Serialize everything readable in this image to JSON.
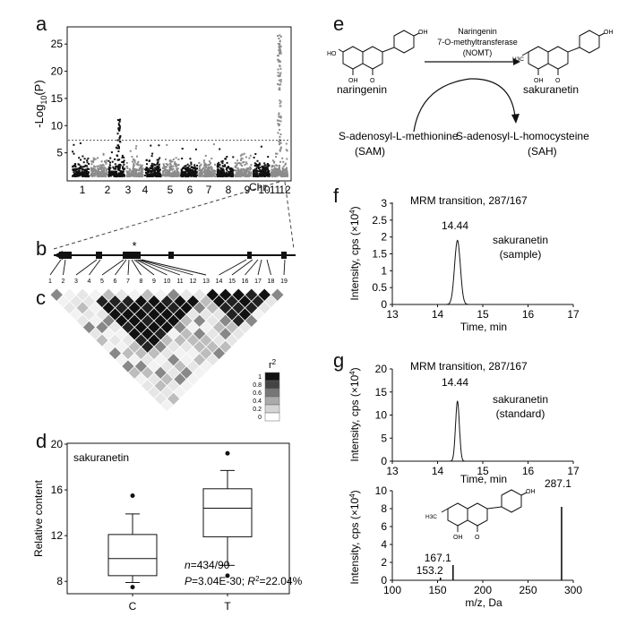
{
  "panels": {
    "a": {
      "letter": "a",
      "ylabel": "-Log10(P)",
      "ylabel_main": "-Log",
      "ylabel_sub": "10",
      "ylabel_tail": "(P)",
      "xlabel": "Chr.",
      "chromosomes": [
        "1",
        "2",
        "3",
        "4",
        "5",
        "6",
        "7",
        "8",
        "9",
        "10",
        "11",
        "12"
      ],
      "yticks": [
        5,
        10,
        15,
        20,
        25
      ],
      "ylim": [
        0,
        28
      ],
      "threshold": 7.3
    },
    "b": {
      "letter": "b",
      "star": "*"
    },
    "c": {
      "letter": "c",
      "snps": [
        "1",
        "2",
        "3",
        "4",
        "5",
        "6",
        "7",
        "8",
        "9",
        "10",
        "11",
        "12",
        "13",
        "14",
        "15",
        "16",
        "17",
        "18",
        "19"
      ],
      "legend_title": "r",
      "legend_title_sup": "2",
      "legend_levels": [
        "1",
        "0.8",
        "0.6",
        "0.4",
        "0.2",
        "0"
      ]
    },
    "d": {
      "letter": "d",
      "title": "sakuranetin",
      "ylabel": "Relative content",
      "categories": [
        "C",
        "T"
      ],
      "yticks": [
        8,
        12,
        16,
        20
      ],
      "ylim": [
        7,
        20
      ],
      "stat_n": "n=434/90",
      "stat_n_var": "n",
      "stat_n_val": "=434/90",
      "stat_p_var": "P",
      "stat_p_val": "=3.04E-30; ",
      "stat_r_var": "R",
      "stat_r_sup": "2",
      "stat_r_val": "=22.04%"
    },
    "e": {
      "letter": "e",
      "enzyme_line1": "Naringenin",
      "enzyme_line2": "7-O-methyltransferase",
      "enzyme_line3": "(NOMT)",
      "substrate": "naringenin",
      "product": "sakuranetin",
      "cofactor_in": "S-adenosyl-L-methionine",
      "cofactor_out": "S-adenosyl-L-homocysteine",
      "cofactor_in_abbr": "(SAM)",
      "cofactor_out_abbr": "(SAH)",
      "methyl_label": "H3C",
      "atom_ho": "HO",
      "atom_oh": "OH",
      "atom_o": "O"
    },
    "f": {
      "letter": "f",
      "title": "MRM transition, 287/167",
      "peak_label": "14.44",
      "sample_line1": "sakuranetin",
      "sample_line2": "(sample)",
      "ylabel": "Intensity, cps (×10",
      "ylabel_sup": "4",
      "ylabel_end": ")",
      "xlabel": "Time, min",
      "xticks": [
        13,
        14,
        15,
        16,
        17
      ],
      "yticks": [
        0,
        0.5,
        1,
        1.5,
        2,
        2.5,
        3
      ],
      "ytick_labels": [
        "0",
        "0.5",
        "1",
        "1.5",
        "2",
        "2.5",
        "3"
      ]
    },
    "g": {
      "letter": "g",
      "title": "MRM transition, 287/167",
      "peak_label": "14.44",
      "sample_line1": "sakuranetin",
      "sample_line2": "(standard)",
      "ylabel": "Intensity, cps (×10",
      "ylabel_sup": "4",
      "ylabel_end": ")",
      "xlabel": "Time, min",
      "xticks": [
        13,
        14,
        15,
        16,
        17
      ],
      "yticks": [
        0,
        5,
        10,
        15,
        20
      ],
      "ms_ylabel": "Intensity, cps (×10",
      "ms_ylabel_sup": "4",
      "ms_ylabel_end": ")",
      "ms_xlabel": "m/z, Da",
      "ms_xticks": [
        100,
        150,
        200,
        250,
        300
      ],
      "ms_yticks": [
        0,
        2,
        4,
        6,
        8,
        10
      ],
      "ms_peak_labels": [
        "287.1",
        "167.1",
        "153.2"
      ]
    }
  },
  "chart_data": [
    {
      "type": "scatter",
      "panel": "a",
      "ylabel": "-Log10(P)",
      "xlabel": "Chr.",
      "categories": [
        "1",
        "2",
        "3",
        "4",
        "5",
        "6",
        "7",
        "8",
        "9",
        "10",
        "11",
        "12"
      ],
      "ylim": [
        0,
        28
      ],
      "threshold": 7.3,
      "peak_chromosome": "12",
      "peak_value": 27,
      "series_colors": [
        "#111111",
        "#8c8c8c"
      ]
    },
    {
      "type": "bar",
      "panel": "d",
      "title": "sakuranetin",
      "ylabel": "Relative content",
      "categories": [
        "C",
        "T"
      ],
      "ylim": [
        7,
        20
      ],
      "boxes": [
        {
          "name": "C",
          "whisker_low": 7.9,
          "q1": 8.5,
          "median": 10.0,
          "q3": 12.1,
          "whisker_high": 13.9,
          "outliers": [
            7.5,
            15.5
          ]
        },
        {
          "name": "T",
          "whisker_low": 9.4,
          "q1": 11.9,
          "median": 14.4,
          "q3": 16.1,
          "whisker_high": 17.7,
          "outliers": [
            8.5,
            19.2
          ]
        }
      ]
    },
    {
      "type": "line",
      "panel": "f",
      "title": "MRM transition, 287/167",
      "xlabel": "Time, min",
      "ylabel": "Intensity, cps (×10^4)",
      "xlim": [
        13,
        17
      ],
      "ylim": [
        0,
        3
      ],
      "peak_rt": 14.44,
      "peak_height": 1.9,
      "peak_width": 0.09
    },
    {
      "type": "line",
      "panel": "g-top",
      "title": "MRM transition, 287/167",
      "xlabel": "Time, min",
      "ylabel": "Intensity, cps (×10^4)",
      "xlim": [
        13,
        17
      ],
      "ylim": [
        0,
        20
      ],
      "peak_rt": 14.44,
      "peak_height": 13,
      "peak_width": 0.06
    },
    {
      "type": "bar",
      "panel": "g-bottom",
      "xlabel": "m/z, Da",
      "ylabel": "Intensity, cps (×10^4)",
      "xlim": [
        100,
        300
      ],
      "ylim": [
        0,
        10
      ],
      "peaks": [
        {
          "mz": 287.1,
          "intensity": 8.2
        },
        {
          "mz": 167.1,
          "intensity": 1.7
        },
        {
          "mz": 153.2,
          "intensity": 0.3
        }
      ]
    }
  ]
}
